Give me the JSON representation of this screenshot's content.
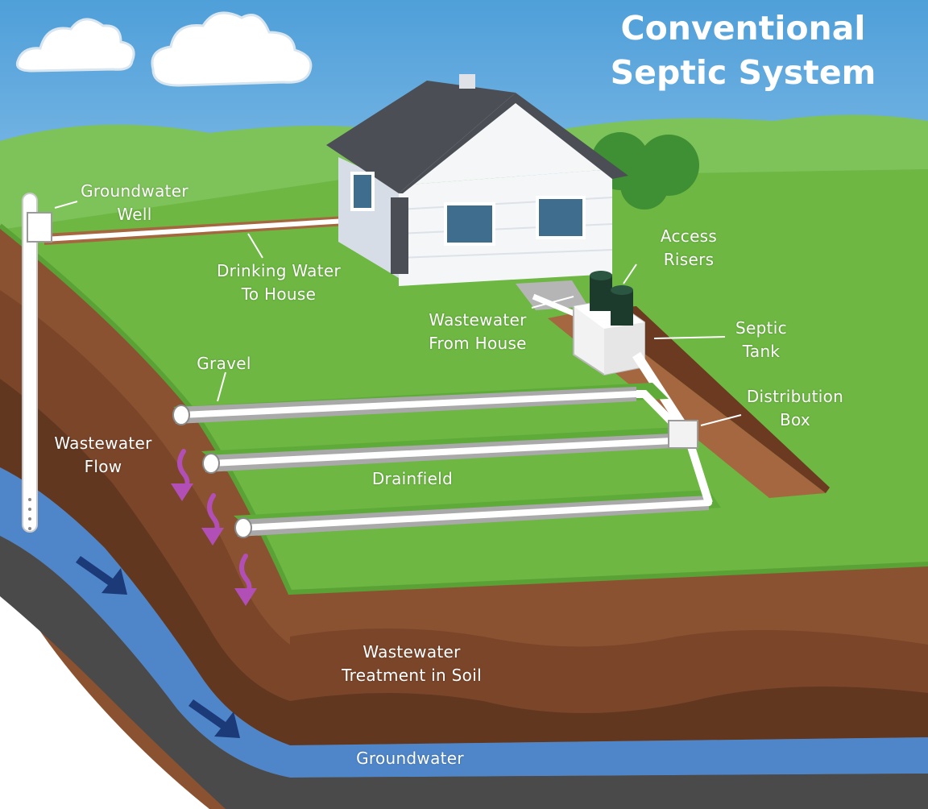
{
  "title": {
    "line1": "Conventional",
    "line2": "Septic System"
  },
  "labels": {
    "groundwater_well": {
      "line1": "Groundwater",
      "line2": "Well"
    },
    "drinking_water": {
      "line1": "Drinking Water",
      "line2": "To House"
    },
    "access_risers": {
      "line1": "Access",
      "line2": "Risers"
    },
    "wastewater_from_house": {
      "line1": "Wastewater",
      "line2": "From House"
    },
    "septic_tank": {
      "line1": "Septic",
      "line2": "Tank"
    },
    "gravel": "Gravel",
    "distribution_box": {
      "line1": "Distribution",
      "line2": "Box"
    },
    "wastewater_flow": {
      "line1": "Wastewater",
      "line2": "Flow"
    },
    "drainfield": "Drainfield",
    "treatment": {
      "line1": "Wastewater",
      "line2": "Treatment in Soil"
    },
    "groundwater": "Groundwater"
  },
  "colors": {
    "sky": "#5aa6dc",
    "grass": "#71b944",
    "soil": "#8a5232",
    "groundwater": "#4f86c9",
    "flow_arrow": "#b24fb6",
    "groundwater_arrow": "#1c3a78",
    "riser": "#1d3b2d"
  }
}
